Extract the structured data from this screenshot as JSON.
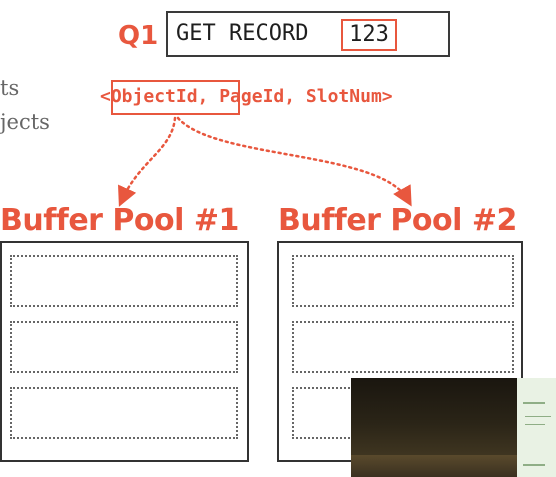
{
  "query": {
    "label": "Q1",
    "command": "GET RECORD",
    "value": "123"
  },
  "side_text": {
    "line1": "ts",
    "line2": "jects"
  },
  "tuple": {
    "open": "<",
    "highlighted": "ObjectId",
    "rest": ", PageId, SlotNum>"
  },
  "pools": [
    {
      "title": "Buffer Pool #1",
      "slots": 3
    },
    {
      "title": "Buffer Pool #2",
      "slots": 3
    }
  ],
  "colors": {
    "accent": "#e8573e",
    "frame": "#333333",
    "text": "#1e1e1e"
  }
}
